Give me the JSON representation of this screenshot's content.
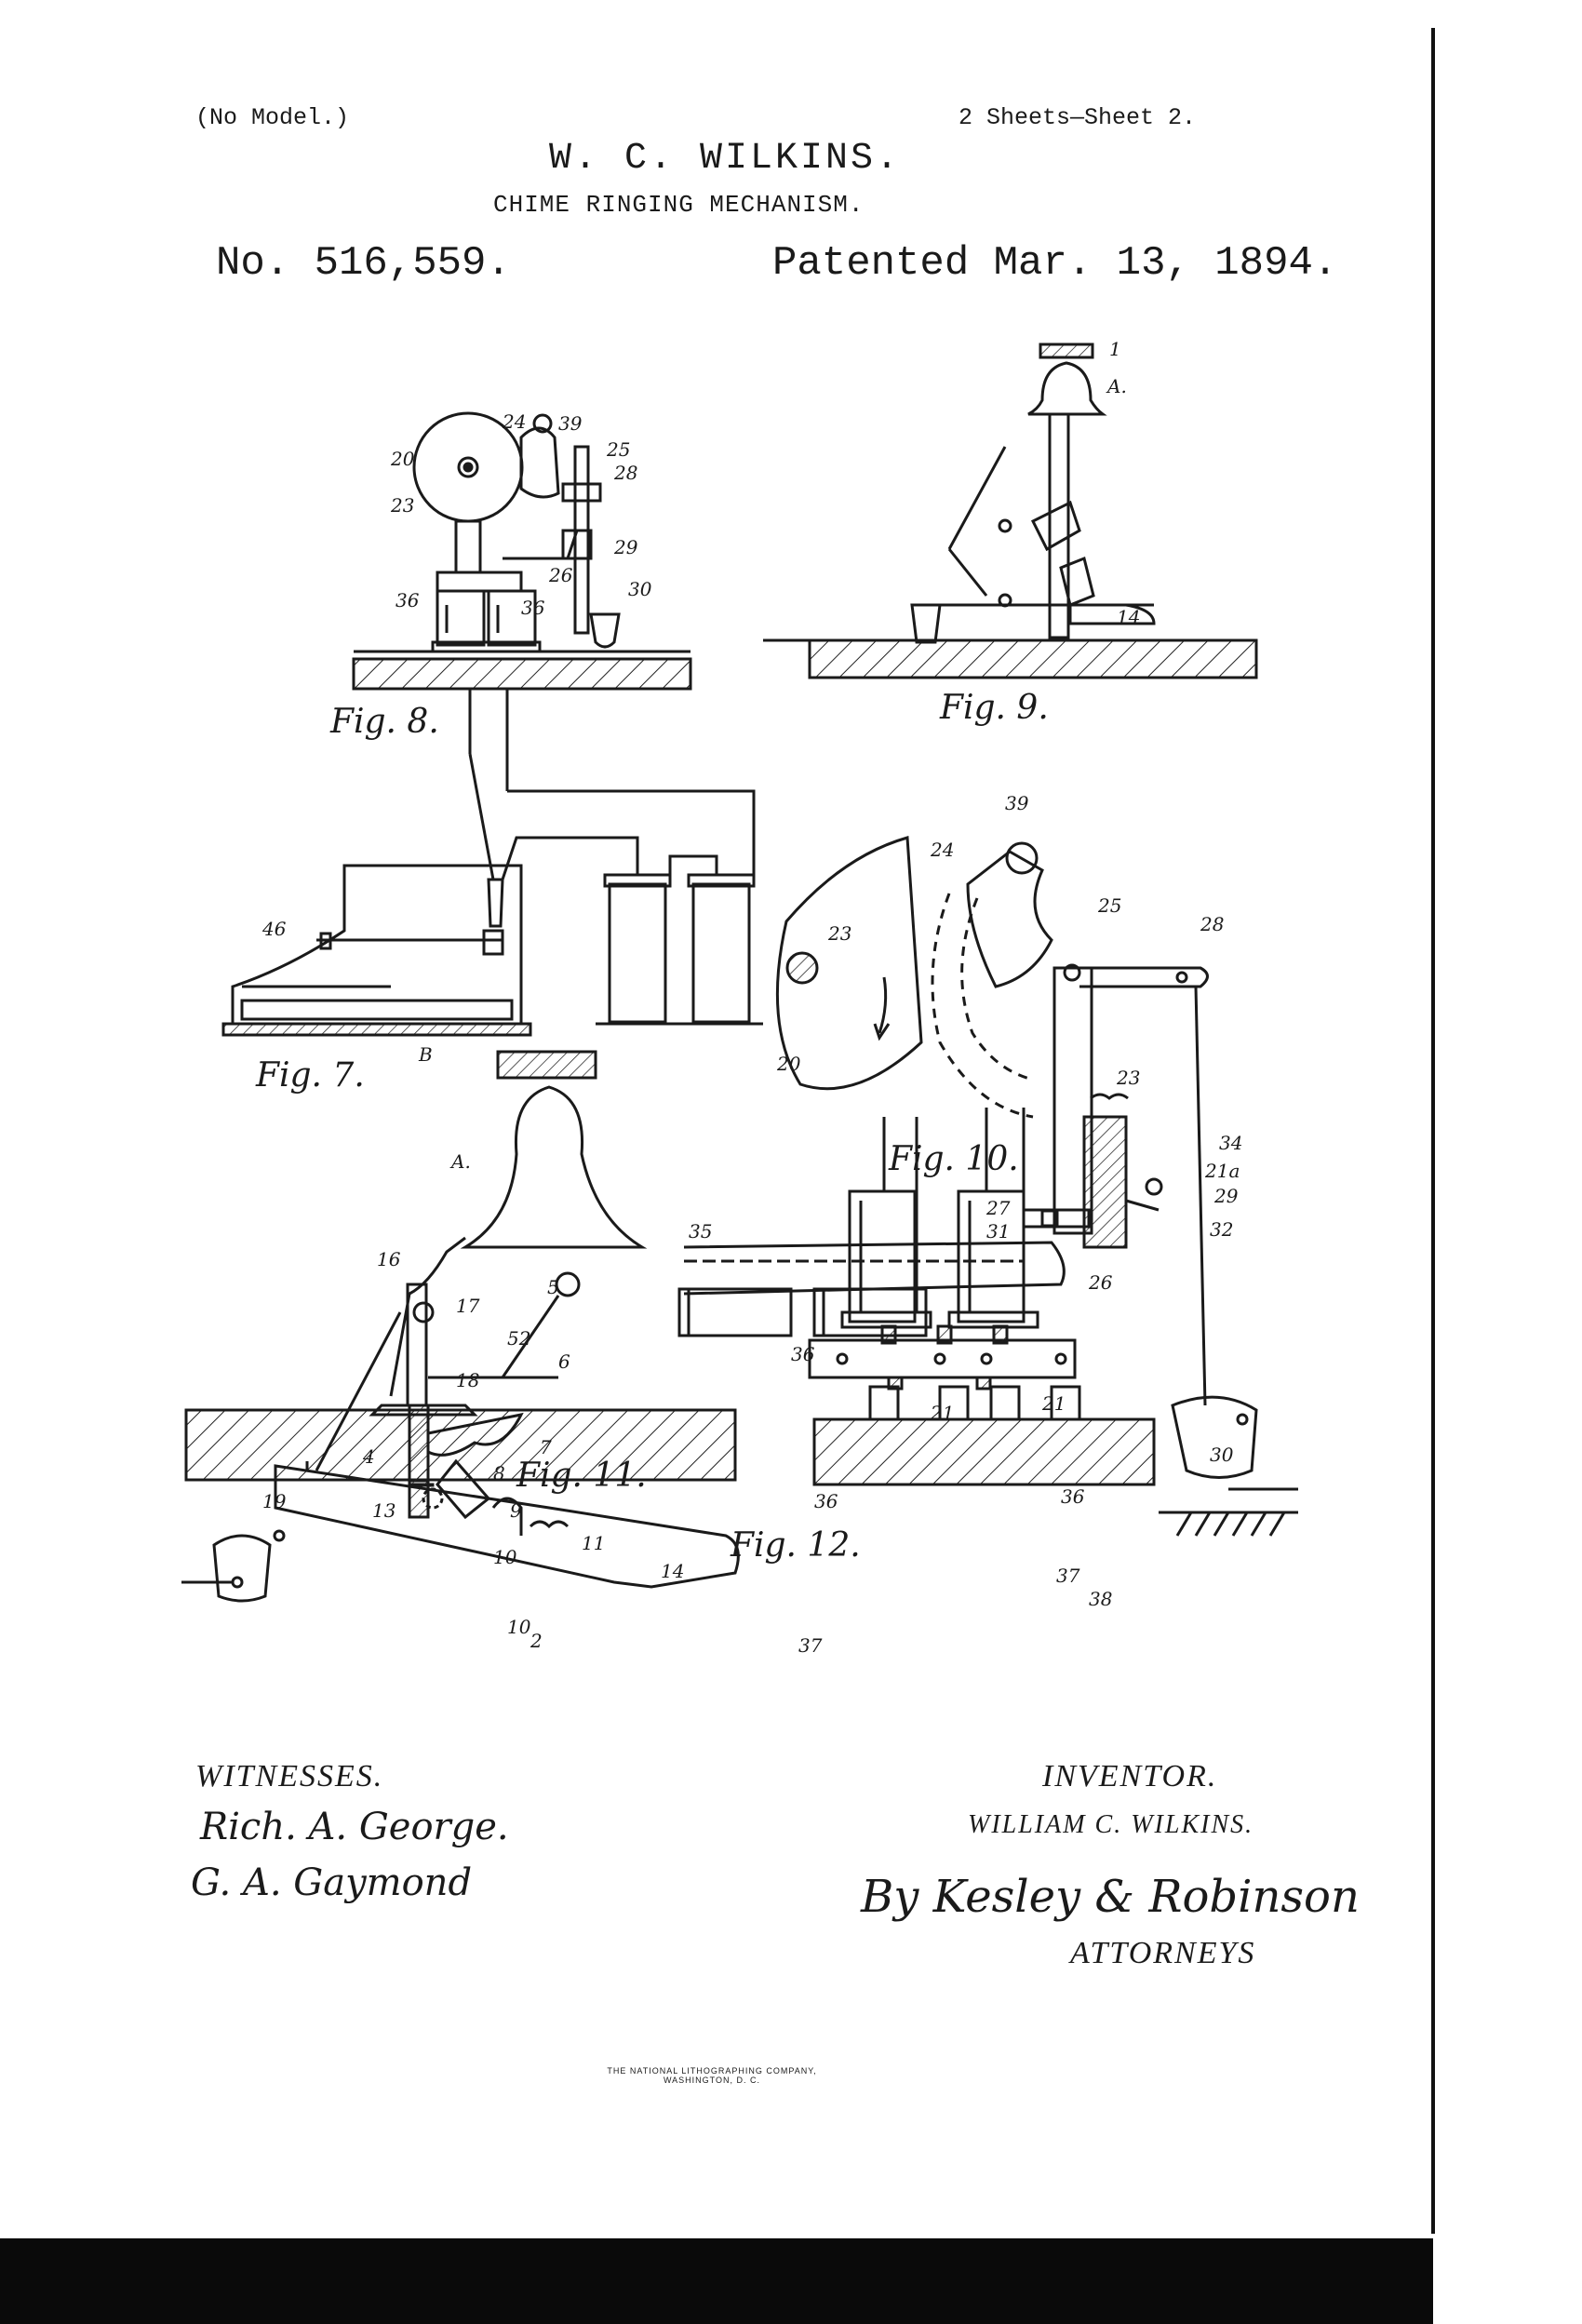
{
  "header": {
    "model": "(No Model.)",
    "sheets": "2 Sheets—Sheet 2.",
    "inventor_name": "W. C. WILKINS.",
    "title": "CHIME RINGING MECHANISM.",
    "patent_no": "No. 516,559.",
    "patent_date": "Patented Mar. 13, 1894."
  },
  "figures": {
    "fig7": "Fig. 7.",
    "fig8": "Fig. 8.",
    "fig9": "Fig. 9.",
    "fig10": "Fig. 10.",
    "fig11": "Fig. 11.",
    "fig12": "Fig. 12."
  },
  "refs": {
    "r1": "1",
    "rA": "A.",
    "r14": "14",
    "r20": "20",
    "r23": "23",
    "r24": "24",
    "r39": "39",
    "r25": "25",
    "r28": "28",
    "r26": "26",
    "r29": "29",
    "r30": "30",
    "r36": "36",
    "r46": "46",
    "rB": "B",
    "r21": "21",
    "r21a": "21a",
    "r27": "27",
    "r31": "31",
    "r32": "32",
    "r34": "34",
    "r35": "35",
    "r2": "2",
    "r4": "4",
    "r5": "5",
    "r6": "6",
    "r7": "7",
    "r8": "8",
    "r9": "9",
    "r10": "10",
    "r11": "11",
    "r13": "13",
    "r16": "16",
    "r17": "17",
    "r18": "18",
    "r19": "19",
    "r52": "52",
    "r37": "37",
    "r38": "38"
  },
  "signatures": {
    "witnesses_label": "WITNESSES.",
    "witness1": "Rich. A. George.",
    "witness2": "G. A. Gaymond",
    "inventor_label": "INVENTOR.",
    "inventor": "WILLIAM C. WILKINS.",
    "attorney_sig": "By Kesley & Robinson",
    "attorneys_label": "ATTORNEYS"
  },
  "imprint": {
    "line1": "THE NATIONAL LITHOGRAPHING COMPANY,",
    "line2": "WASHINGTON, D. C."
  }
}
